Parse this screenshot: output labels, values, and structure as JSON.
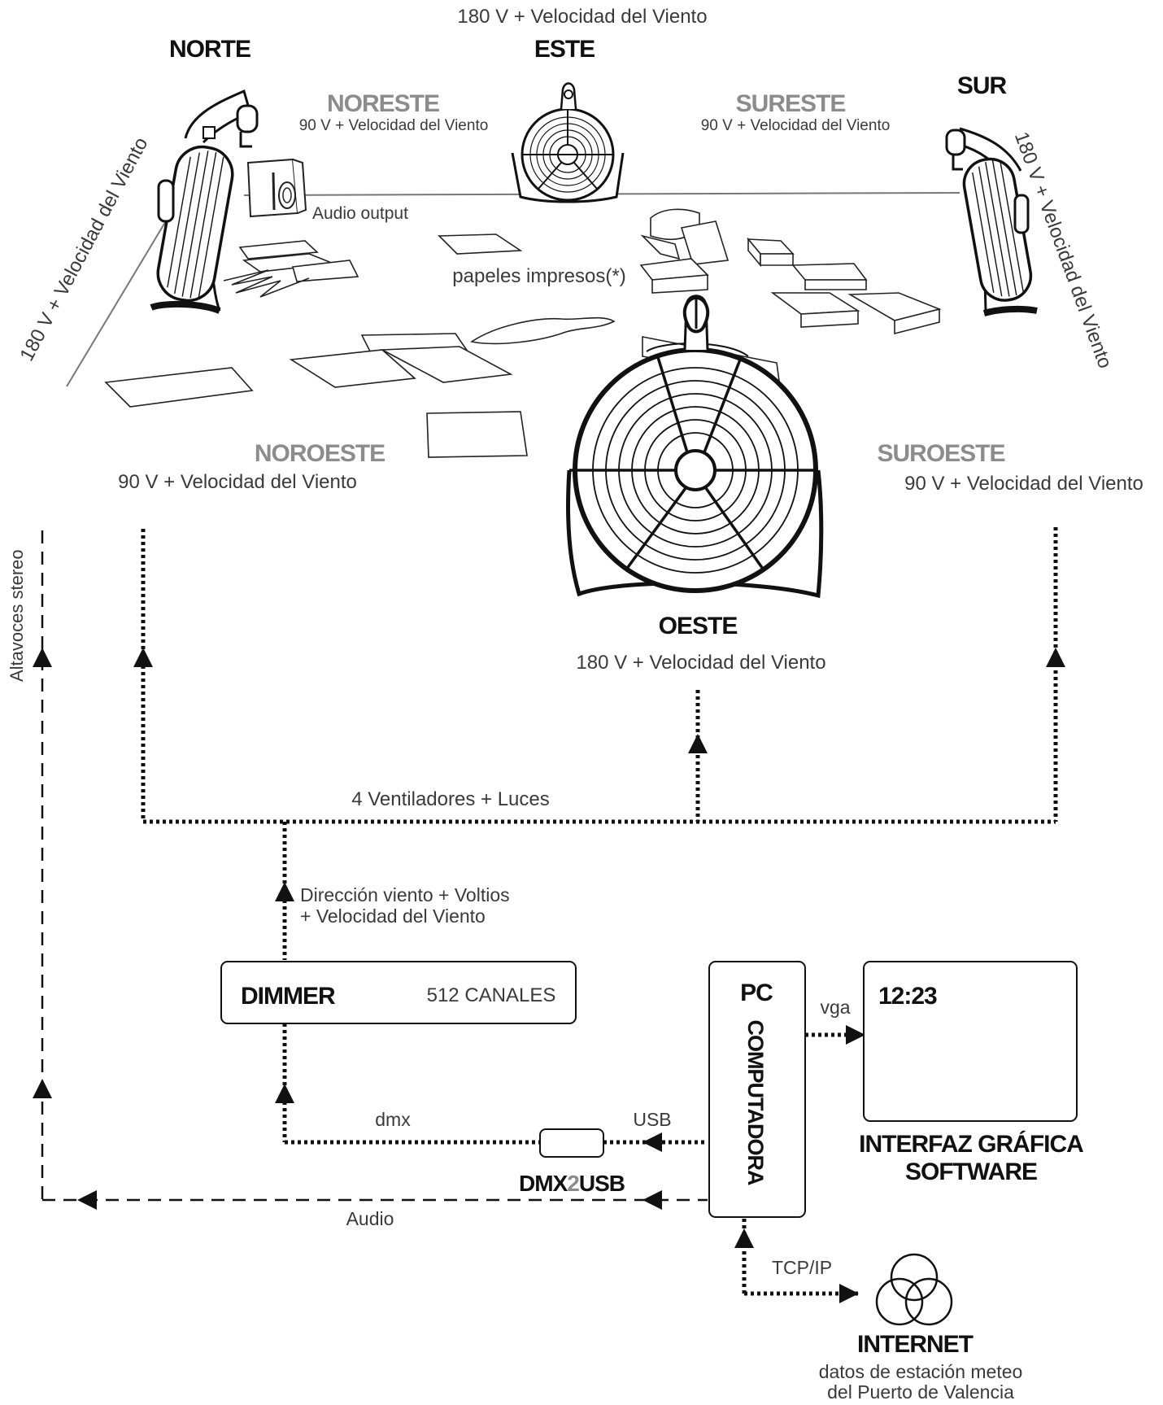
{
  "top_label": "180 V + Velocidad del Viento",
  "fans": {
    "norte": {
      "name": "NORTE",
      "power": "180 V + Velocidad del Viento"
    },
    "este": {
      "name": "ESTE"
    },
    "sur": {
      "name": "SUR",
      "power": "180 V + Velocidad del Viento"
    },
    "oeste": {
      "name": "OESTE",
      "power": "180 V + Velocidad del Viento"
    }
  },
  "lights": {
    "noreste": {
      "name": "NORESTE",
      "power": "90 V + Velocidad del Viento"
    },
    "sureste": {
      "name": "SURESTE",
      "power": "90 V + Velocidad del Viento"
    },
    "noroeste": {
      "name": "NOROESTE",
      "power": "90 V + Velocidad del Viento"
    },
    "suroeste": {
      "name": "SUROESTE",
      "power": "90 V + Velocidad del Viento"
    }
  },
  "audio_output_label": "Audio output",
  "papers_label": "papeles impresos(*)",
  "speakers_label": "Altavoces stereo",
  "bus_label": "4 Ventiladores + Luces",
  "dimmer_output_label_1": "Dirección viento + Voltios",
  "dimmer_output_label_2": "+ Velocidad del Viento",
  "dimmer": {
    "name": "DIMMER",
    "channels": "512 CANALES"
  },
  "dmx_label": "dmx",
  "usb_label": "USB",
  "dmx2usb": {
    "part1": "DMX",
    "part2": "2",
    "part3": "USB"
  },
  "audio_label": "Audio",
  "pc": {
    "title": "PC",
    "subtitle": "COMPUTADORA"
  },
  "vga_label": "vga",
  "screen": {
    "time": "12:23",
    "title_line1": "INTERFAZ GRÁFICA",
    "title_line2": "SOFTWARE"
  },
  "tcpip_label": "TCP/IP",
  "internet": {
    "name": "INTERNET",
    "desc_line1": "datos de estación meteo",
    "desc_line2": "del Puerto de Valencia"
  },
  "colors": {
    "ink": "#111111",
    "grey_heading": "#8c8c8c",
    "text": "#3a3a3a"
  }
}
